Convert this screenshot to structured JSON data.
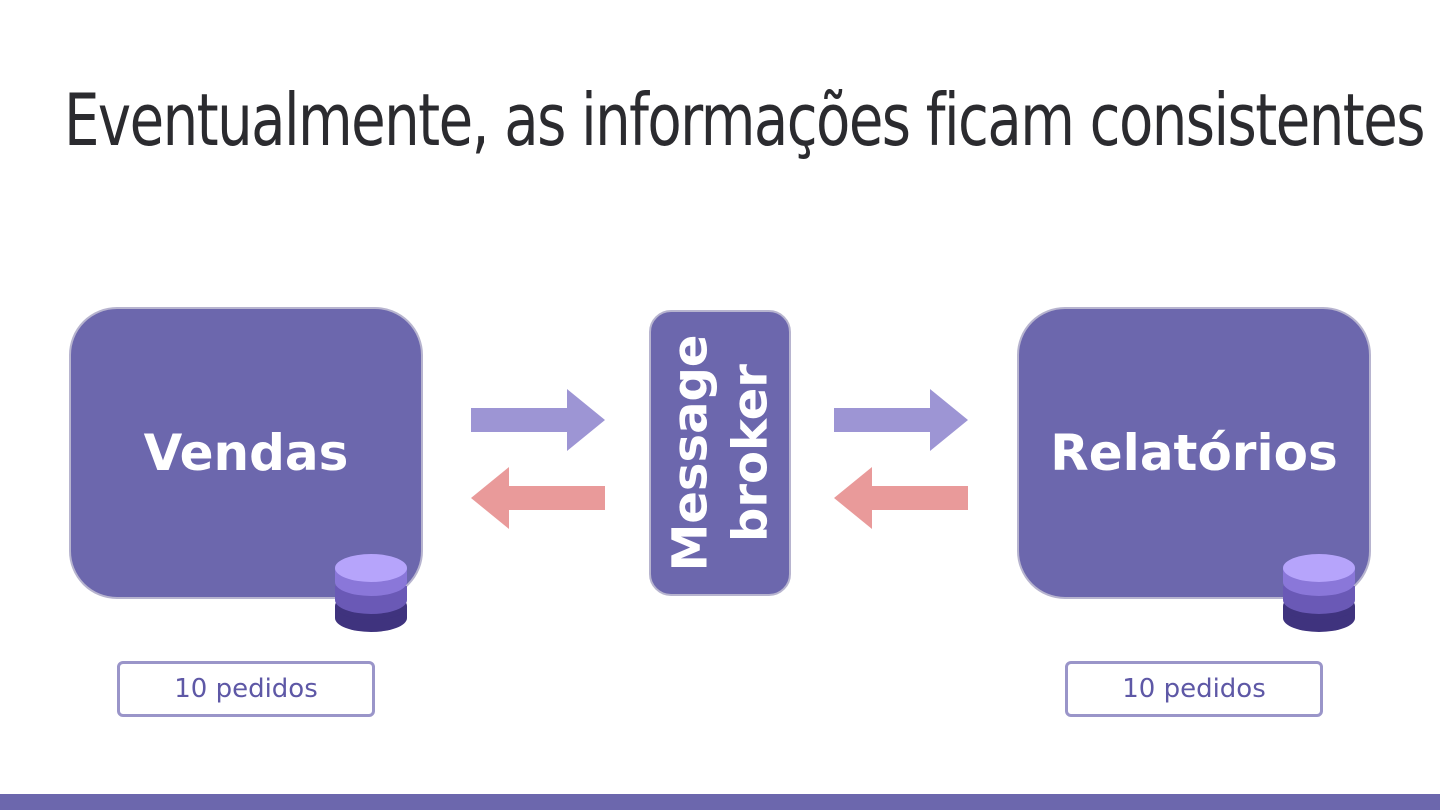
{
  "slide": {
    "title": "Eventualmente, as informações ficam consistentes"
  },
  "services": {
    "left": {
      "label": "Vendas",
      "count_label": "10 pedidos"
    },
    "right": {
      "label": "Relatórios",
      "count_label": "10 pedidos"
    }
  },
  "broker": {
    "line1": "Message",
    "line2": "broker"
  },
  "icons": {
    "database": "database-icon",
    "arrow_forward": "arrow-right-icon",
    "arrow_back": "arrow-left-icon"
  },
  "colors": {
    "box": "#6c67ad",
    "box_border": "#b7b4cf",
    "arrow_forward": "#9d95d4",
    "arrow_back": "#e99a9a",
    "db_top": "#b6a4fb",
    "db_mid": "#6a59b6",
    "db_bottom": "#3f337e",
    "count_text": "#5e58a6",
    "footer": "#6c67ad"
  }
}
